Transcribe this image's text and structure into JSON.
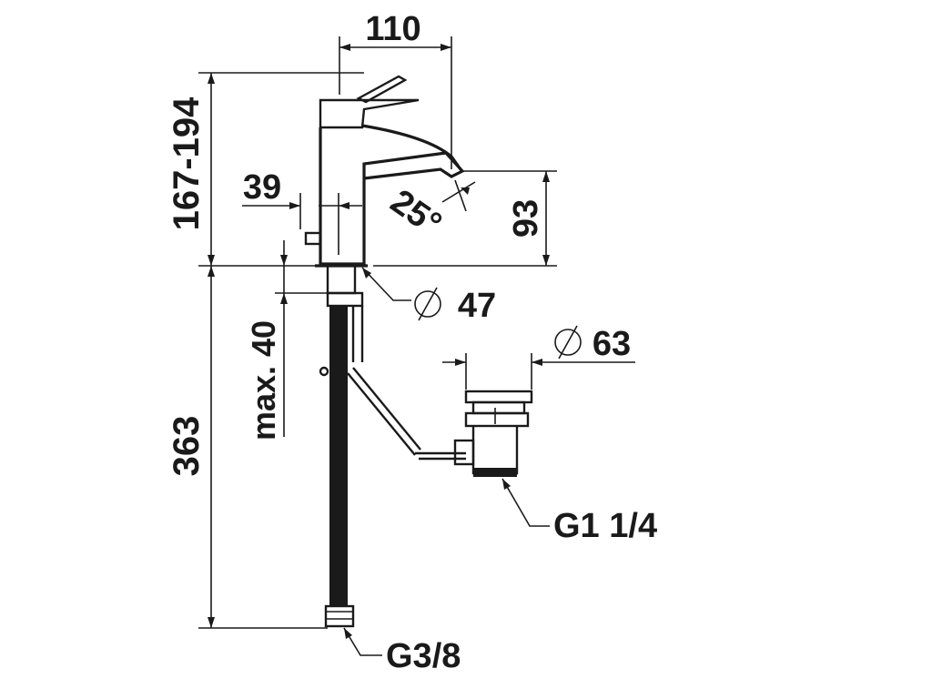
{
  "drawing": {
    "subject": "single-lever basin mixer with pop-up waste",
    "dimensions": {
      "spout_reach": "110",
      "body_height": "167-194",
      "outlet_offset": "39",
      "spout_angle": "25°",
      "spout_outlet_height": "93",
      "base_diameter": "47",
      "waste_diameter": "63",
      "deck_thickness": "max. 40",
      "hose_length": "363"
    },
    "threads": {
      "waste_thread": "G1 1/4",
      "supply_thread": "G3/8"
    },
    "symbols": {
      "diameter": "⌀"
    },
    "colors": {
      "ink": "#1a1a1a",
      "background": "#ffffff"
    }
  }
}
